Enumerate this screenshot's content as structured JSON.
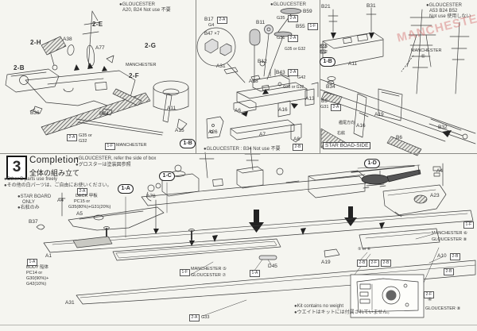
{
  "step3": {
    "num": "3",
    "title_en": "Completion",
    "title_jp": "全体の組み立て",
    "note1": "●GLOUCESTER, refer the side of box",
    "note2": "●グロスターは塗装図参照",
    "note3": "●Other B parts use freely",
    "note4": "●その他の白パーツは、ご自由にお使いください。"
  },
  "panel_tl": {
    "note1": "●GLOUCESTER",
    "note2": "A20, B24 Not use 不要",
    "p_2e": "2-E",
    "p_2h": "2-H",
    "p_a38": "A38",
    "p_a77": "A77",
    "p_2b": "2-B",
    "p_2g": "2-G",
    "manchester": "MANCHESTER",
    "p_2f": "2-F",
    "p_b36": "B36",
    "p_b24": "B24",
    "p_a11": "A11",
    "p_a15": "A15",
    "chip_2a": "2-A",
    "paint1": "G35 or",
    "paint2": "G32",
    "chip_1f": "1-F",
    "manchester2": "MANCHESTER",
    "ref_1b": "1-B"
  },
  "panel_tm": {
    "p_b17": "B17",
    "chip1": "2-A",
    "p_g4": "G4",
    "p_b11": "B11",
    "note1": "●GLOUCESTER",
    "p_b59": "B59",
    "p_g35": "G35",
    "chip2": "2-A",
    "p_b55": "B55",
    "chip3": "1-F",
    "p_g31": "G31",
    "chip4": "2-A",
    "paint_a": "G35 or G32",
    "bubble": "B47 ×7",
    "p_a31": "A31",
    "p_b12": "B12",
    "p_b43": "B43",
    "chip5": "2-A",
    "p_a18": "A18",
    "p_g42": "G42",
    "paint_b": "G35 or G32",
    "p_a13": "A13",
    "p_a6": "A6",
    "p_a16": "A16",
    "p_a26": "A26",
    "p_a7": "A7",
    "p_a8": "A8",
    "chip6": "2-B",
    "note2": "●GLOUCESTER : B34 Not use 不要"
  },
  "panel_tr": {
    "p_b21": "B21",
    "p_b31": "B31",
    "note1": "●GLOUCESTER",
    "note2": "A53 B24 B52",
    "note3": "Not use 使用しない",
    "watermark": "MANCHESTER",
    "p_b55": "B55",
    "p_b52": "B52",
    "ref_1b": "1-B",
    "p_a11": "A11",
    "manchester": "MANCHESTER",
    "reg": "®",
    "p_b34": "B34",
    "p_b9": "B9",
    "p_g31": "G31",
    "chip1": "2-A",
    "jp_stern": "艦尾方向",
    "jp_starboard": "右舷",
    "star_board_side": "STAR BOAD-SIDE",
    "p_a19": "A19",
    "p_a16": "A16",
    "p_b6": "B6",
    "p_b32": "B32"
  },
  "main": {
    "star_board_1": "●STAR BOARD",
    "star_board_2": "ONLY",
    "star_board_3": "●右舷のみ",
    "p_b37": "B37",
    "p_a4": "A4",
    "p_a5": "A5",
    "deck_chip": "2-A",
    "deck_label": "DECK 甲板",
    "deck_paint1": "PC15 or",
    "deck_paint2": "G35(80%)+G31(20%)",
    "ref_1a": "1-A",
    "p_a78": "A78",
    "ref_1c": "1-C",
    "p_a1": "A1",
    "body_chip": "1-A",
    "body_label": "BODY 船体",
    "body_paint1": "PC14 or",
    "body_paint2": "G30(90%)+",
    "body_paint3": "G42(10%)",
    "p_a31": "A31",
    "ref_1d": "1-D",
    "p_a4b": "A4",
    "p_a23": "A23",
    "chip_1f_r": "1-F",
    "manch6": "MANCHESTER ⑥",
    "glou8": "GLOUCESTER ⑧",
    "p_a10": "A10",
    "chip_2b_a": "2-B",
    "chip_2b_b": "2-B",
    "or56": "⑤ or ⑥",
    "chip_row1": "2-B",
    "chip_row2": "2-F",
    "chip_row3": "2-B",
    "chip_2f_inset": "2-F",
    "num4": "④",
    "glou8b": "GLOUCESTER ⑧",
    "chip_1f_l": "1-F",
    "manch5": "MANCHESTER ⑤",
    "glou7": "GLOUCESTER ⑦",
    "chip_1a_c": "1-A",
    "p_d45": "D45",
    "p_a19": "A19",
    "chip_g33": "2-A",
    "p_g33": "G33",
    "note_w1": "●Kit contains no weight",
    "note_w2": "●ウエイトはキットには付属されていません。"
  }
}
